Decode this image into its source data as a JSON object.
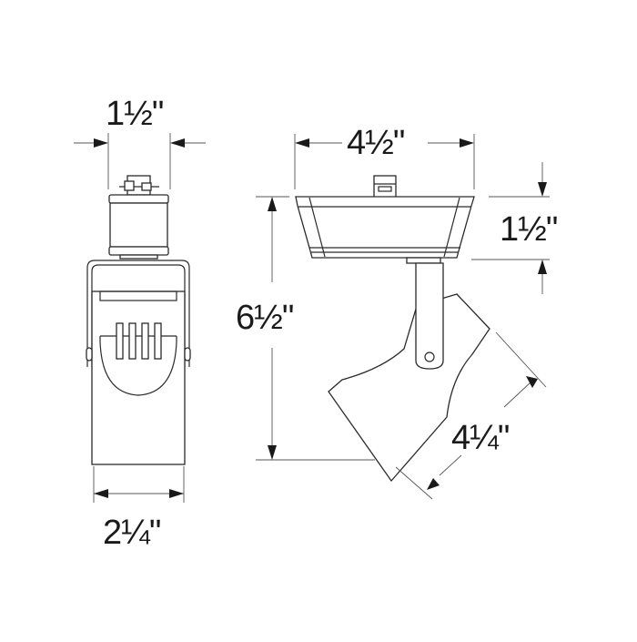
{
  "diagram": {
    "title": "Track light fixture dimensional drawing",
    "views": [
      {
        "name": "front-view",
        "dimensions": {
          "top_width": "1½\"",
          "bottom_width": "2¼\""
        }
      },
      {
        "name": "side-view",
        "dimensions": {
          "canopy_width": "4½\"",
          "canopy_height": "1½\"",
          "overall_height": "6½\"",
          "head_length": "4¼\""
        }
      }
    ],
    "colors": {
      "line": "#2a2a2a",
      "background": "#ffffff",
      "text": "#1a1a1a"
    }
  },
  "labels": {
    "front_top": "1½\"",
    "front_bottom": "2¼\"",
    "side_top": "4½\"",
    "side_canopy": "1½\"",
    "side_height": "6½\"",
    "side_head": "4¼\""
  }
}
